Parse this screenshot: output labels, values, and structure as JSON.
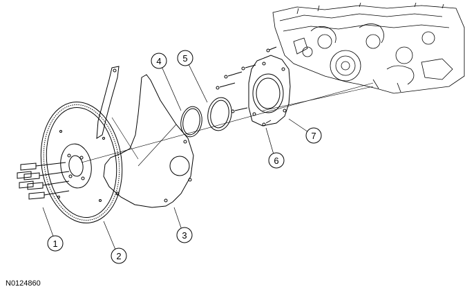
{
  "diagram": {
    "reference_code": "N0124860",
    "callouts": [
      {
        "id": "1",
        "label": "1"
      },
      {
        "id": "2",
        "label": "2"
      },
      {
        "id": "3",
        "label": "3"
      },
      {
        "id": "4",
        "label": "4"
      },
      {
        "id": "5",
        "label": "5"
      },
      {
        "id": "6",
        "label": "6"
      },
      {
        "id": "7",
        "label": "7"
      }
    ]
  }
}
